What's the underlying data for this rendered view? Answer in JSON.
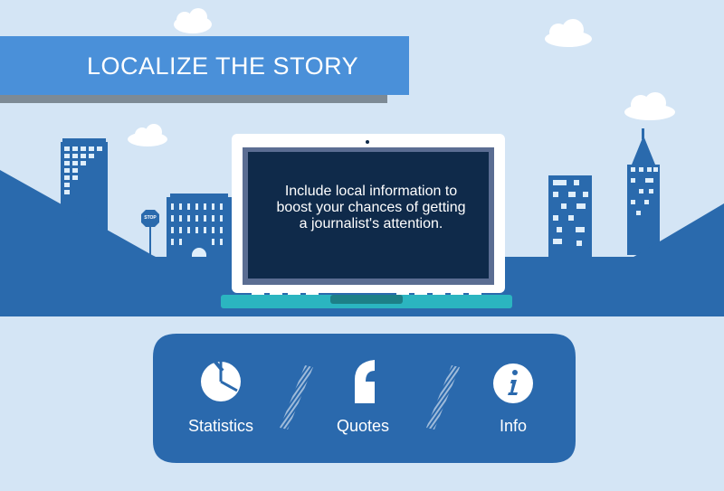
{
  "banner": {
    "title": "LOCALIZE THE STORY"
  },
  "laptop": {
    "screen_text": "Include local information to boost your chances of getting a journalist's attention."
  },
  "sign": {
    "text": "STOP"
  },
  "categories": [
    {
      "label": "Statistics",
      "icon": "pie-chart-icon"
    },
    {
      "label": "Quotes",
      "icon": "quote-mark-icon"
    },
    {
      "label": "Info",
      "icon": "info-icon"
    }
  ],
  "colors": {
    "sky": "#d4e5f5",
    "hills": "#2a6aad",
    "title_banner": "#4a90d9",
    "title_shadow": "#7d8a95",
    "laptop_screen": "#0f2a4a",
    "laptop_base": "#2bb5c0",
    "pill": "#2a69ad"
  }
}
